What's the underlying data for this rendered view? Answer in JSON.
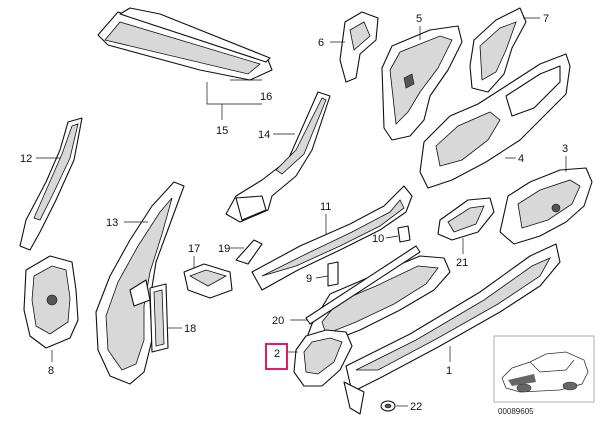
{
  "diagram": {
    "callouts": [
      "1",
      "2",
      "3",
      "4",
      "5",
      "6",
      "7",
      "8",
      "9",
      "10",
      "11",
      "12",
      "13",
      "14",
      "15",
      "16",
      "17",
      "18",
      "19",
      "20",
      "21",
      "22"
    ],
    "highlighted": "2",
    "highlight_color": "#e0005a",
    "reference_code": "00089605"
  }
}
